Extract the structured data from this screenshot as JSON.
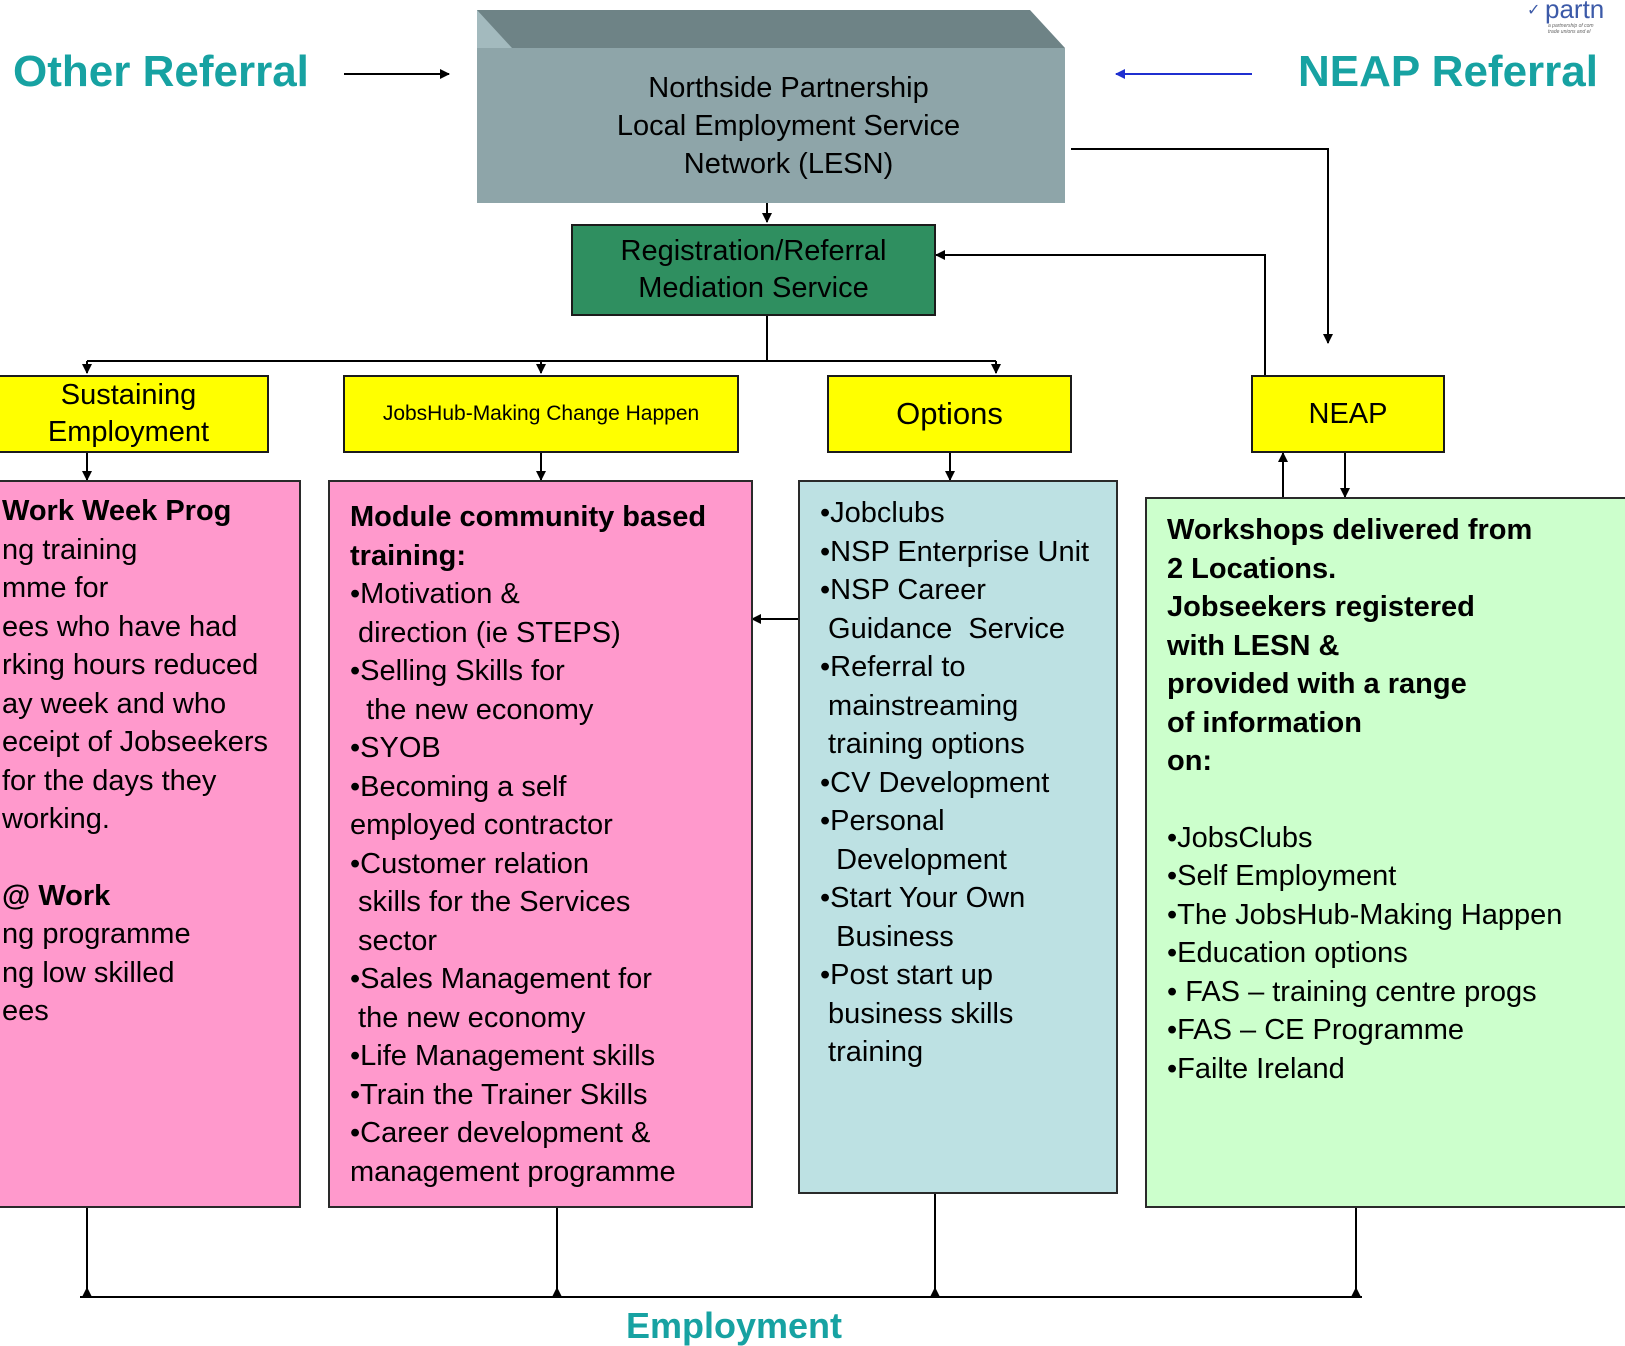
{
  "logo": {
    "text": "partn",
    "tagline_1": "a partnership of com",
    "tagline_2": "trade unions and el"
  },
  "referrals": {
    "left": "Other Referral",
    "right": "NEAP Referral"
  },
  "top_box": [
    "Northside Partnership",
    "Local Employment Service",
    "Network (LESN)"
  ],
  "registration_box": [
    "Registration/Referral",
    "Mediation Service"
  ],
  "programmes": {
    "sustaining": [
      "Sustaining",
      "Employment"
    ],
    "jobshub": "JobsHub-Making Change Happen",
    "options": "Options",
    "neap": "NEAP"
  },
  "sustaining_box": {
    "heading": "Work Week Prog",
    "lines": [
      "ng training",
      "mme for",
      "ees who have had",
      "rking hours reduced",
      "ay week and who",
      "eceipt of Jobseekers",
      "for the days they",
      "working."
    ],
    "heading2": "@ Work",
    "lines2": [
      "ng programme",
      "ng low skilled",
      "ees"
    ]
  },
  "jobshub_box": {
    "heading": [
      "Module community based",
      "training:"
    ],
    "lines": [
      "•Motivation &",
      " direction (ie STEPS)",
      "•Selling Skills for",
      "  the new economy",
      "•SYOB",
      "•Becoming a self",
      "employed contractor",
      "•Customer relation",
      " skills for the Services",
      " sector",
      "•Sales Management for",
      " the new economy",
      "•Life Management skills",
      "•Train the Trainer Skills",
      "•Career development &",
      "management programme"
    ]
  },
  "options_box": {
    "lines": [
      "•Jobclubs",
      "•NSP Enterprise Unit",
      "•NSP Career",
      " Guidance  Service",
      "•Referral to",
      " mainstreaming",
      " training options",
      "•CV Development",
      "•Personal",
      "  Development",
      "•Start Your Own",
      "  Business",
      "•Post start up",
      " business skills",
      " training"
    ]
  },
  "neap_box": {
    "heading": [
      "Workshops delivered from",
      "2 Locations.",
      "Jobseekers registered",
      "with LESN &",
      "provided with a range",
      "of information",
      "on:"
    ],
    "lines": [
      "•JobsClubs",
      "•Self Employment",
      "•The JobsHub-Making Happen",
      "•Education options",
      "• FAS – training centre progs",
      "•FAS – CE Programme",
      "•Failte Ireland"
    ]
  },
  "outcome": "Employment",
  "colors": {
    "accent_teal": "#17A2A2",
    "lesn_grey": "#8EA5A9",
    "registration_green": "#2F8F60",
    "programme_yellow": "#FFFF00",
    "pink": "#FF99CC",
    "light_blue": "#BDE1E3",
    "light_green": "#CCFFCC",
    "neap_arrow_blue": "#1F2FD0"
  }
}
